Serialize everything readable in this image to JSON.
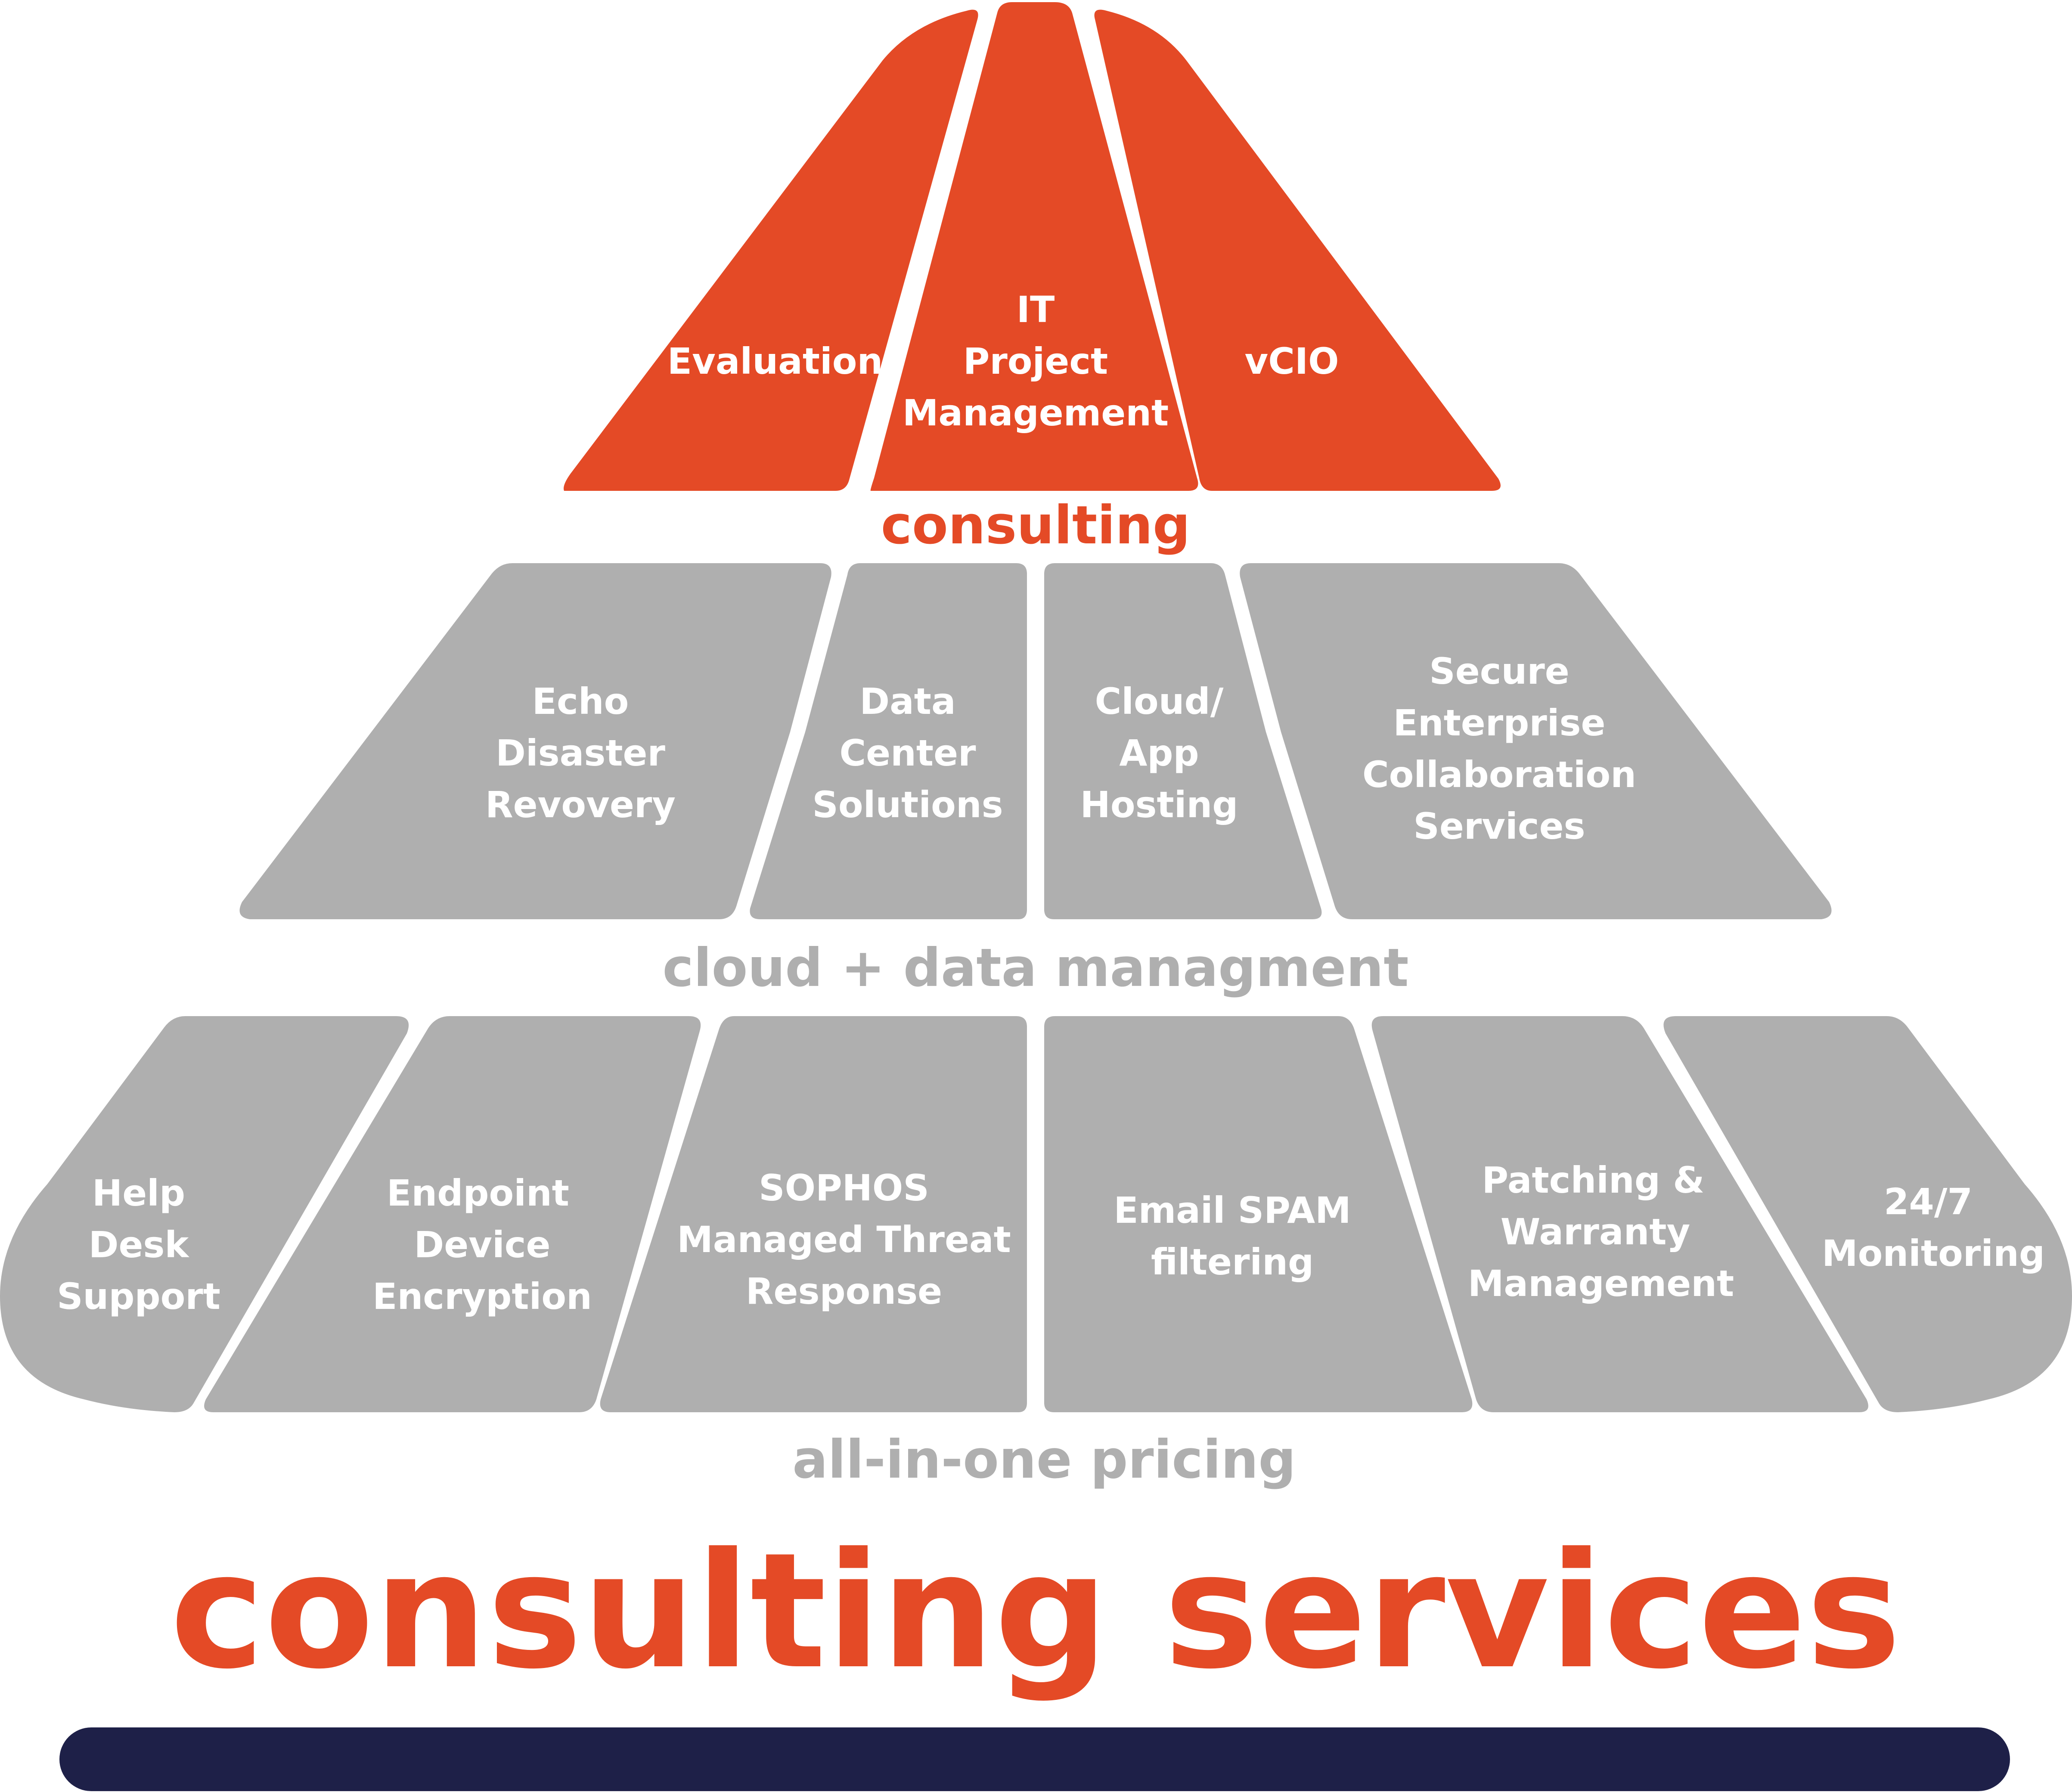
{
  "colors": {
    "orange": "#E44A26",
    "gray": "#AFAFAF",
    "navy": "#1E2048",
    "label": "#FFFFFF"
  },
  "consulting_tier": {
    "caption": "consulting",
    "segments": [
      {
        "lines": [
          "Evaluation"
        ]
      },
      {
        "lines": [
          "IT",
          "Project",
          "Management"
        ]
      },
      {
        "lines": [
          "vCIO"
        ]
      }
    ]
  },
  "cloud_tier": {
    "caption": "cloud + data managment",
    "segments": [
      {
        "lines": [
          "Echo",
          "Disaster",
          "Revovery"
        ]
      },
      {
        "lines": [
          "Data",
          "Center",
          "Solutions"
        ]
      },
      {
        "lines": [
          "Cloud/",
          "App",
          "Hosting"
        ]
      },
      {
        "lines": [
          "Secure",
          "Enterprise",
          "Collaboration",
          "Services"
        ]
      }
    ]
  },
  "pricing_tier": {
    "caption": "all-in-one pricing",
    "segments": [
      {
        "lines": [
          "Help",
          "Desk",
          "Support"
        ]
      },
      {
        "lines": [
          "Endpoint",
          "Device",
          "Encryption"
        ]
      },
      {
        "lines": [
          "SOPHOS",
          "Managed Threat",
          "Response"
        ]
      },
      {
        "lines": [
          "Email SPAM",
          "filtering"
        ]
      },
      {
        "lines": [
          "Patching &",
          "Warranty",
          "Management"
        ]
      },
      {
        "lines": [
          "24/7",
          "Monitoring"
        ]
      }
    ]
  },
  "title": "consulting services"
}
